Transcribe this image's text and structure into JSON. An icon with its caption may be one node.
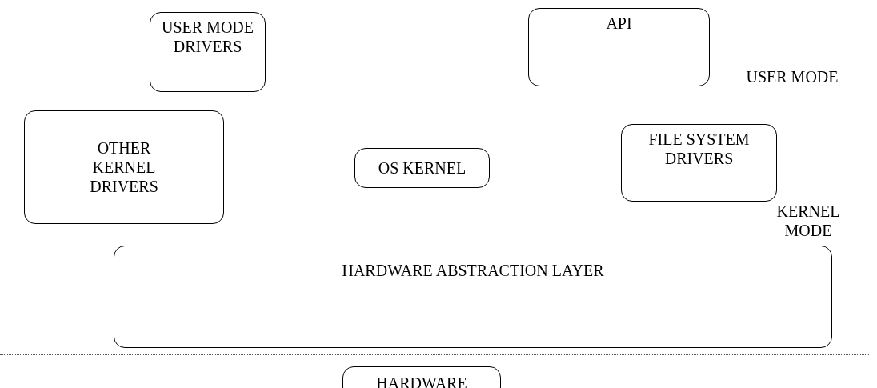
{
  "diagram": {
    "nodes": [
      {
        "text": [
          "USER MODE DRIVERS"
        ]
      },
      {
        "text": [
          "API"
        ]
      },
      {
        "text": [
          "OTHER KERNEL DRIVERS"
        ]
      },
      {
        "text": [
          "OS KERNEL"
        ]
      },
      {
        "text": [
          "FILE SYSTEM DRIVERS"
        ]
      },
      {
        "text": [
          "HARDWARE ABSTRACTION LAYER"
        ]
      },
      {
        "text": [
          "HARDWARE"
        ]
      }
    ],
    "labels": [
      "USER MODE",
      "KERNEL MODE"
    ]
  }
}
